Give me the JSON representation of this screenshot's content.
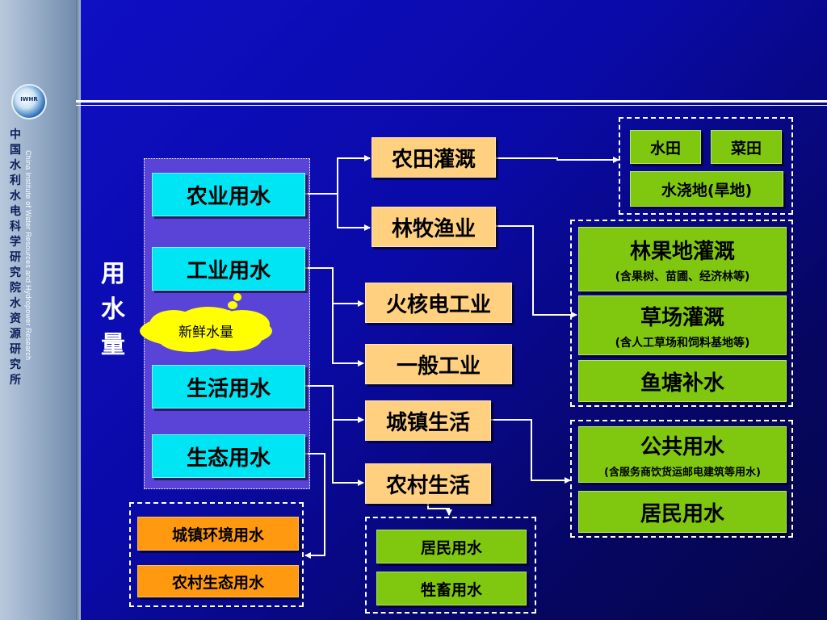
{
  "branding": {
    "logo_text": "IWHR",
    "cn_name_chars": [
      "中",
      "国",
      "水",
      "利",
      "水",
      "电",
      "科",
      "学",
      "研",
      "究",
      "院",
      "水",
      "资",
      "源",
      "研",
      "究",
      "所"
    ],
    "en_name": "China Institute of Water Resources and Hydropower Research"
  },
  "title": "用水量",
  "categories": {
    "agriculture": "农业用水",
    "industry": "工业用水",
    "domestic": "生活用水",
    "ecology": "生态用水"
  },
  "cloud_label": "新鲜水量",
  "middle": {
    "farmland_irrigation": "农田灌溉",
    "forestry_fishery": "林牧渔业",
    "thermal_nuclear": "火核电工业",
    "general_industry": "一般工业",
    "urban_life": "城镇生活",
    "rural_life": "农村生活"
  },
  "farmland_types": {
    "paddy": "水田",
    "vegetable": "菜田",
    "dryland": "水浇地(旱地)"
  },
  "forestry_types": {
    "orchard": "林果地灌溉",
    "orchard_note": "(含果树、苗圃、经济林等)",
    "grassland": "草场灌溉",
    "grassland_note": "(含人工草场和饲料基地等)",
    "fishpond": "鱼塘补水"
  },
  "urban_types": {
    "public": "公共用水",
    "public_note": "(含服务商饮货运邮电建筑等用水)",
    "residential": "居民用水"
  },
  "rural_types": {
    "residential": "居民用水",
    "livestock": "牲畜用水"
  },
  "ecology_types": {
    "urban_env": "城镇环境用水",
    "rural_eco": "农村生态用水"
  },
  "colors": {
    "background": "#0a0aa8",
    "cyan": "#00e5f4",
    "tan": "#ffd080",
    "green": "#80c810",
    "orange": "#ff9a10",
    "cloud": "#ffff00"
  }
}
